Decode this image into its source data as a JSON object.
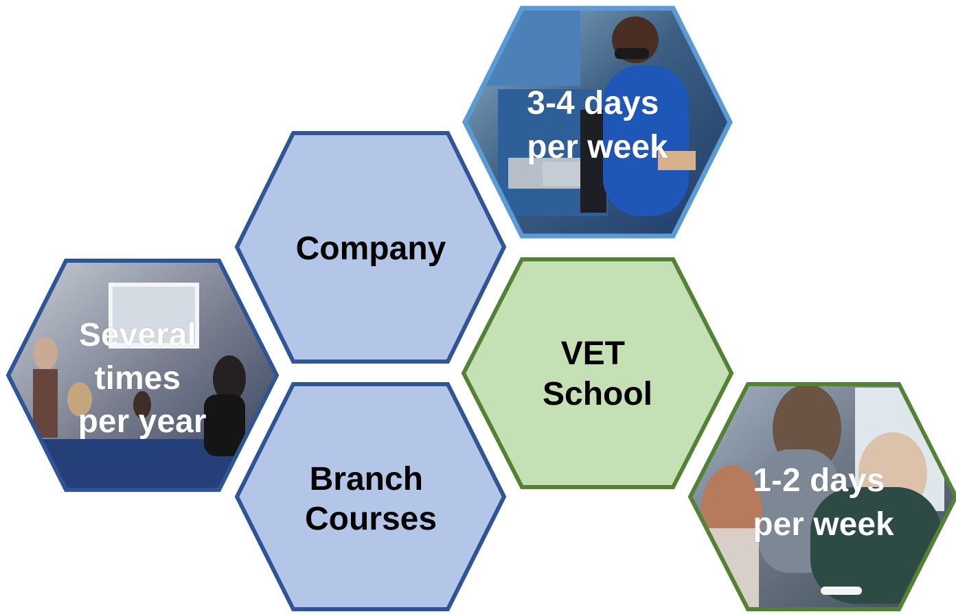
{
  "colors": {
    "company_fill": "#b4c6e7",
    "company_border": "#2f5597",
    "vet_fill": "#c5e0b4",
    "vet_border": "#548235",
    "photo_company_border": "#5b9bd5",
    "photo_branch_border": "#2f5597",
    "photo_vet_border": "#548235",
    "photo_text": "#ffffff"
  },
  "hexagons": {
    "company": {
      "line1": "Company"
    },
    "branch_courses": {
      "line1": "Branch",
      "line2": "Courses"
    },
    "vet_school": {
      "line1": "VET",
      "line2": "School"
    }
  },
  "photos": {
    "company_time": {
      "line1": "3-4 days",
      "line2": "per week",
      "subject": "workshop apprentice at machine"
    },
    "branch_time": {
      "line1": "Several",
      "line2": "times",
      "line3": "per year",
      "subject": "classroom presentation"
    },
    "school_time": {
      "line1": "1-2 days",
      "line2": "per week",
      "subject": "teacher helping students"
    }
  }
}
